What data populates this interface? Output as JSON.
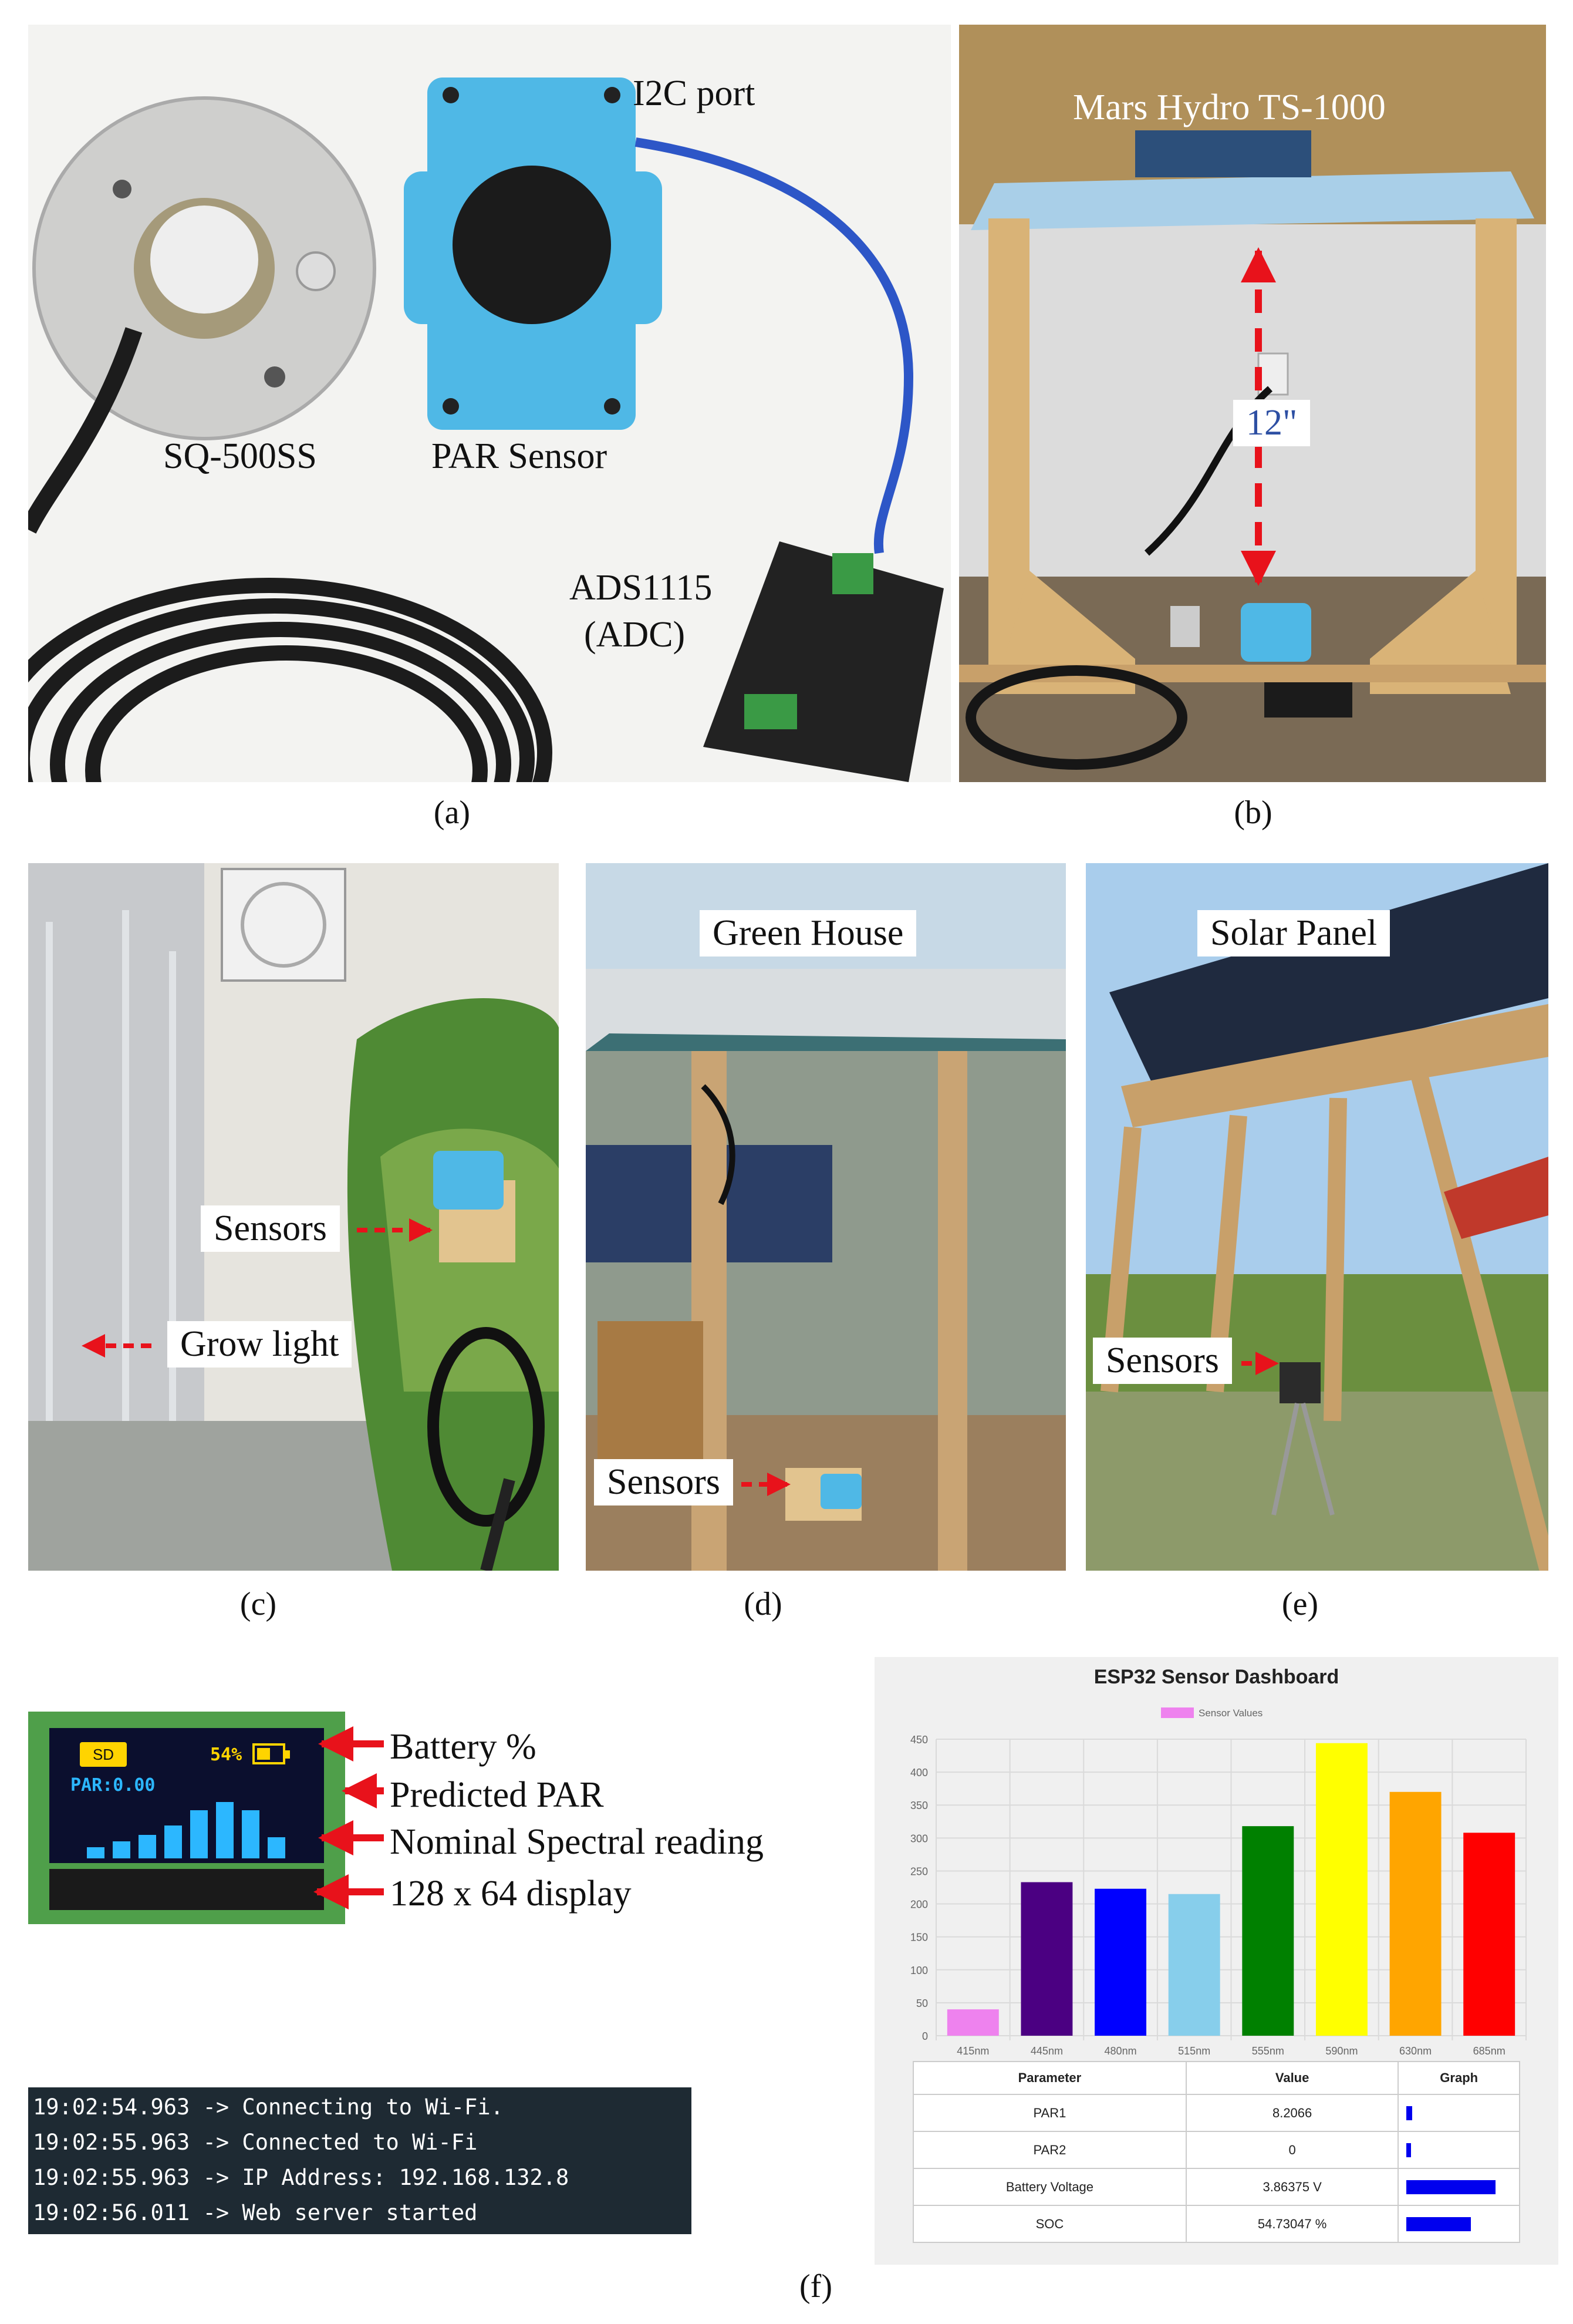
{
  "panels": {
    "a": {
      "caption": "(a)",
      "labels": {
        "i2c": "I2C port",
        "sq": "SQ-500SS",
        "par": "PAR Sensor",
        "ads": "ADS1115",
        "adc": "(ADC)"
      }
    },
    "b": {
      "caption": "(b)",
      "labels": {
        "title": "Mars Hydro TS-1000",
        "height": "12\""
      }
    },
    "c": {
      "caption": "(c)",
      "labels": {
        "sensors": "Sensors",
        "grow": "Grow light"
      }
    },
    "d": {
      "caption": "(d)",
      "labels": {
        "title": "Green House",
        "sensors": "Sensors"
      }
    },
    "e": {
      "caption": "(e)",
      "labels": {
        "title": "Solar Panel",
        "sensors": "Sensors"
      }
    },
    "f": {
      "caption": "(f)",
      "oled": {
        "sd": "SD",
        "battery": "54%",
        "par": "PAR:0.00",
        "bars": [
          0.2,
          0.3,
          0.42,
          0.58,
          0.85,
          1.0,
          0.85,
          0.38
        ]
      },
      "annotations": [
        "Battery %",
        "Predicted PAR",
        "Nominal Spectral reading",
        "128 x 64 display"
      ],
      "serial_log": [
        "19:02:54.963 -> Connecting to Wi-Fi.",
        "19:02:55.963 -> Connected to Wi-Fi",
        "19:02:55.963 -> IP Address: 192.168.132.8",
        "19:02:56.011 -> Web server started"
      ],
      "dashboard": {
        "title": "ESP32 Sensor Dashboard",
        "table": {
          "headers": [
            "Parameter",
            "Value",
            "Graph"
          ],
          "rows": [
            {
              "param": "PAR1",
              "value": "8.2066",
              "bar": 0.05
            },
            {
              "param": "PAR2",
              "value": "0",
              "bar": 0.04
            },
            {
              "param": "Battery Voltage",
              "value": "3.86375 V",
              "bar": 0.76
            },
            {
              "param": "SOC",
              "value": "54.73047 %",
              "bar": 0.55
            }
          ]
        }
      }
    }
  },
  "chart_data": {
    "type": "bar",
    "title": "ESP32 Sensor Dashboard",
    "legend": "Sensor Values",
    "legend_position": "top",
    "categories": [
      "415nm",
      "445nm",
      "480nm",
      "515nm",
      "555nm",
      "590nm",
      "630nm",
      "685nm"
    ],
    "values": [
      40,
      233,
      223,
      215,
      318,
      444,
      370,
      308
    ],
    "colors": [
      "#ee82ee",
      "#4b0082",
      "#0000ff",
      "#87ceeb",
      "#008000",
      "#ffff00",
      "#ffa500",
      "#ff0000"
    ],
    "ylim": [
      0,
      450
    ],
    "yticks": [
      0,
      50,
      100,
      150,
      200,
      250,
      300,
      350,
      400,
      450
    ],
    "grid": true
  }
}
